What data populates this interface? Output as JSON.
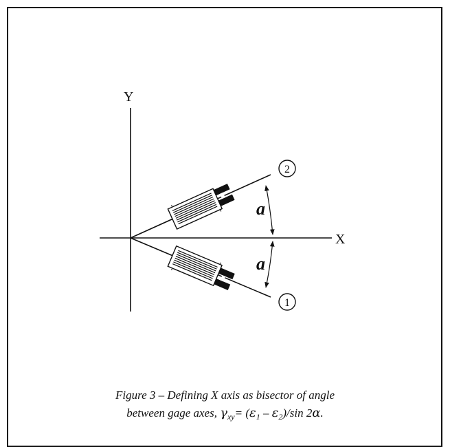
{
  "figure": {
    "axis_x_label": "X",
    "axis_y_label": "Y",
    "gage_1_label": "1",
    "gage_2_label": "2",
    "angle_label_upper": "a",
    "angle_label_lower": "a"
  },
  "caption": {
    "line1": "Figure 3 – Defining X axis as bisector of angle",
    "line2_prefix": "between gage axes, ",
    "gamma": "γ",
    "gamma_sub": "xy",
    "eq_open": "= (",
    "eps": "ε",
    "sub_1": "1",
    "minus": " – ",
    "sub_2": "2",
    "eq_tail": ")/sin 2",
    "alpha": "α",
    "period": "."
  }
}
